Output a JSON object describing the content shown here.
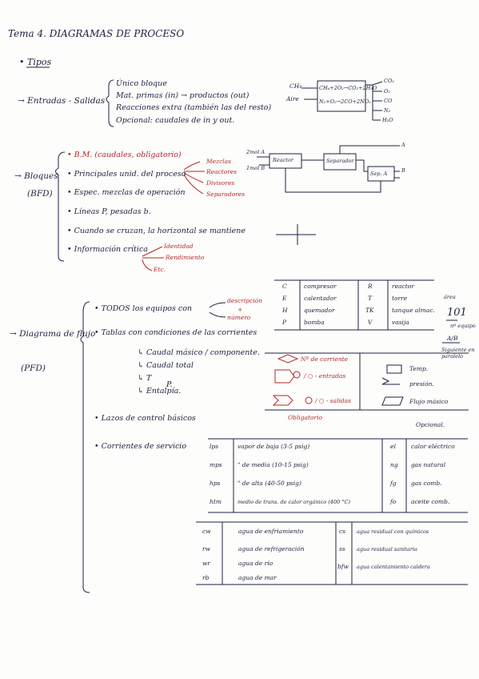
{
  "title": "Tema 4. DIAGRAMAS DE PROCESO",
  "tipos": "Tipos",
  "io": {
    "label": "→ Entradas - Salidas",
    "items": [
      "Único bloque",
      "Mat. primas (in) → productos (out)",
      "Reacciones extra (también las del resto)",
      "Opcional: caudales de in y out."
    ],
    "block": {
      "in1": "CH₄",
      "in2": "Aire",
      "line1": "CH₄+2O₂→CO₂+2H₂O",
      "line2": "N₂+O₂→2CO+2NO₂",
      "out1": "CO₂",
      "out2": "O₂",
      "out3": "CO",
      "out4": "N₂",
      "out5": "H₂O"
    }
  },
  "bfd": {
    "label": "→ Bloques",
    "abbr": "(BFD)",
    "items": [
      "B.M. (caudales, obligatorio)",
      "Principales unid. del proceso",
      "Espec. mezclas de operación",
      "Líneas P, pesadas b.",
      "Cuando se cruzan, la horizontal se mantiene",
      "Información crítica"
    ],
    "units": [
      "Mezclas",
      "Reactores",
      "Divisores",
      "Separadores"
    ],
    "crit": [
      "Identidad",
      "Rendimiento",
      "Etc."
    ],
    "diag": {
      "in1": "2mol A",
      "in2": "1mol B",
      "u1": "Reactor",
      "u2": "Separador",
      "u3": "Sep. A",
      "a": "A",
      "b": "B"
    }
  },
  "pfd": {
    "label": "→ Diagrama de flujo",
    "abbr": "(PFD)",
    "items": [
      "TODOS los equipos con",
      "Tablas con condiciones de las corrientes",
      "Lazos de control básicos",
      "Corrientes de servicio"
    ],
    "equip_brace": [
      "descripción",
      "+",
      "número"
    ],
    "tabla_sub": [
      "Caudal másico / componente.",
      "Caudal total",
      "T",
      "P.",
      "Entalpía."
    ],
    "legend": [
      {
        "k": "C",
        "v": "compresor",
        "k2": "R",
        "v2": "reactor"
      },
      {
        "k": "E",
        "v": "calentador",
        "k2": "T",
        "v2": "torre"
      },
      {
        "k": "H",
        "v": "quemador",
        "k2": "TK",
        "v2": "tanque almac."
      },
      {
        "k": "P",
        "v": "bomba",
        "k2": "V",
        "v2": "vasija"
      }
    ],
    "area": {
      "l1": "área",
      "l2": "101",
      "l3": "nº equipo",
      "l4": "A/B",
      "l5": "Siguiente en paralelo"
    },
    "sym": {
      "n": "Nº de corriente",
      "in": "/ ○ - entradas",
      "out": "/ ○ - salidas",
      "oblig": "Obligatorio",
      "temp": "Temp.",
      "pres": "presión.",
      "flujo": "Flujo másico",
      "opc": "Opcional."
    },
    "serv1": [
      {
        "k": "lps",
        "v": "vapor de baja (3-5 psig)",
        "k2": "el",
        "v2": "calor eléctrico"
      },
      {
        "k": "mps",
        "v": "\" de media (10-15 psig)",
        "k2": "ng",
        "v2": "gas natural"
      },
      {
        "k": "hps",
        "v": "\" de alta (40-50 psig)",
        "k2": "fg",
        "v2": "gas comb."
      },
      {
        "k": "htm",
        "v": "medio de trans. de calor orgánico (400 °C)",
        "k2": "fo",
        "v2": "aceite comb."
      }
    ],
    "serv2": [
      {
        "k": "cw",
        "v": "agua de enfriamiento",
        "k2": "cs",
        "v2": "agua residual con químicos"
      },
      {
        "k": "rw",
        "v": "agua de refrigeración",
        "k2": "ss",
        "v2": "agua residual sanitaria"
      },
      {
        "k": "wr",
        "v": "agua de río",
        "k2": "bfw",
        "v2": "agua calentamiento caldera"
      },
      {
        "k": "rb",
        "v": "agua de mar",
        "k2": "",
        "v2": ""
      }
    ]
  }
}
